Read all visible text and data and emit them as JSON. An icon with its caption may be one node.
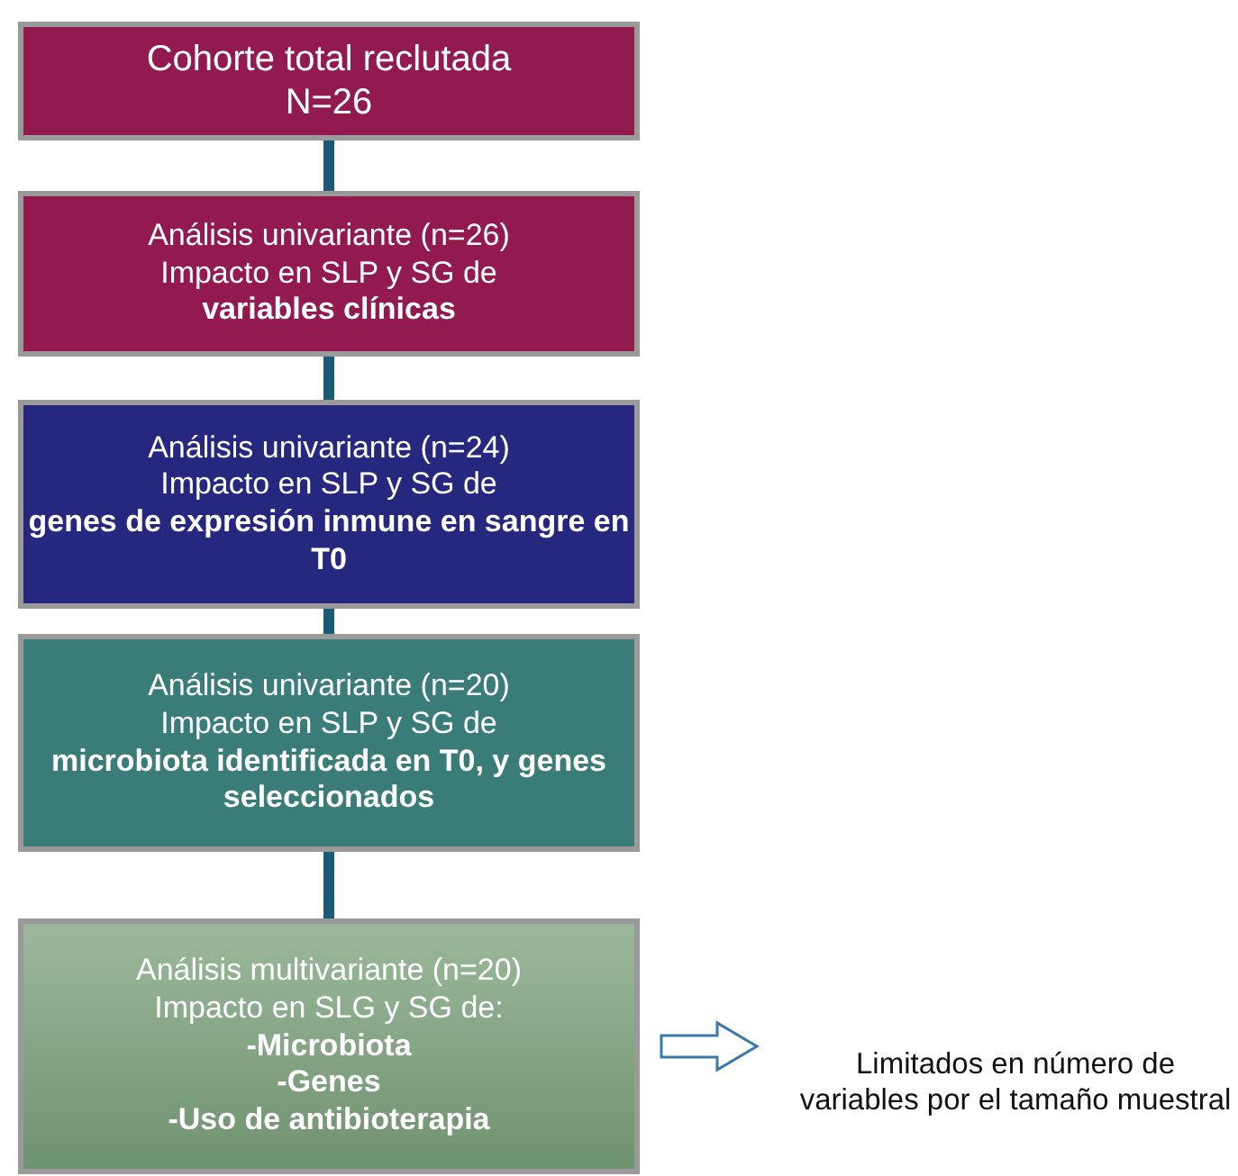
{
  "diagram": {
    "nodes": [
      {
        "text": [
          "Cohorte total reclutada",
          "N=26"
        ]
      },
      {
        "text": [
          "Análisis univariante (n=26)",
          "Impacto en SLP y SG de",
          "variables clínicas"
        ]
      },
      {
        "text": [
          "Análisis univariante (n=24)",
          "Impacto en SLP y SG de",
          "genes de expresión inmune en sangre en T0"
        ]
      },
      {
        "text": [
          "Análisis univariante (n=20)",
          "Impacto en SLP y SG de",
          "microbiota identificada en T0, y genes seleccionados"
        ]
      },
      {
        "text": [
          "Análisis multivariante (n=20)",
          "Impacto en SLG y SG de:",
          "-Microbiota",
          "-Genes",
          "-Uso de antibioterapia"
        ]
      },
      {
        "text": [
          "Limitados en número de variables por el tamaño muestral"
        ]
      }
    ],
    "edges": [
      {
        "from": 0,
        "to": 1,
        "arrow": "none"
      },
      {
        "from": 1,
        "to": 2,
        "arrow": "none"
      },
      {
        "from": 2,
        "to": 3,
        "arrow": "none"
      },
      {
        "from": 3,
        "to": 4,
        "arrow": "none"
      },
      {
        "from": 4,
        "to": 5,
        "arrow": "to",
        "color": "#3d79a8"
      }
    ]
  }
}
